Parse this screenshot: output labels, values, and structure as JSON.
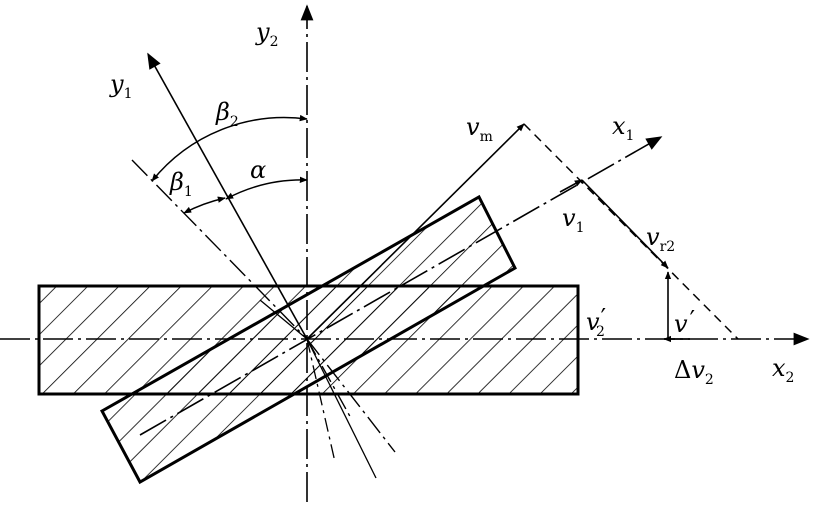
{
  "labels": {
    "y2": {
      "base": "y",
      "sub": "2"
    },
    "y1": {
      "base": "y",
      "sub": "1"
    },
    "x1": {
      "base": "x",
      "sub": "1"
    },
    "x2": {
      "base": "x",
      "sub": "2"
    },
    "beta2": {
      "base": "β",
      "sub": "2"
    },
    "beta1": {
      "base": "β",
      "sub": "1"
    },
    "alpha": {
      "base": "α"
    },
    "vm": {
      "base": "v",
      "sub": "m"
    },
    "v1": {
      "base": "v",
      "sub": "1"
    },
    "vr2": {
      "base": "v",
      "sub": "r2"
    },
    "v2prime": {
      "base": "v",
      "sub": "2",
      "mark": "′"
    },
    "vprime": {
      "base": "v",
      "mark": "′"
    },
    "delta_v2": {
      "prefix": "Δ",
      "base": "v",
      "sub": "2"
    }
  }
}
